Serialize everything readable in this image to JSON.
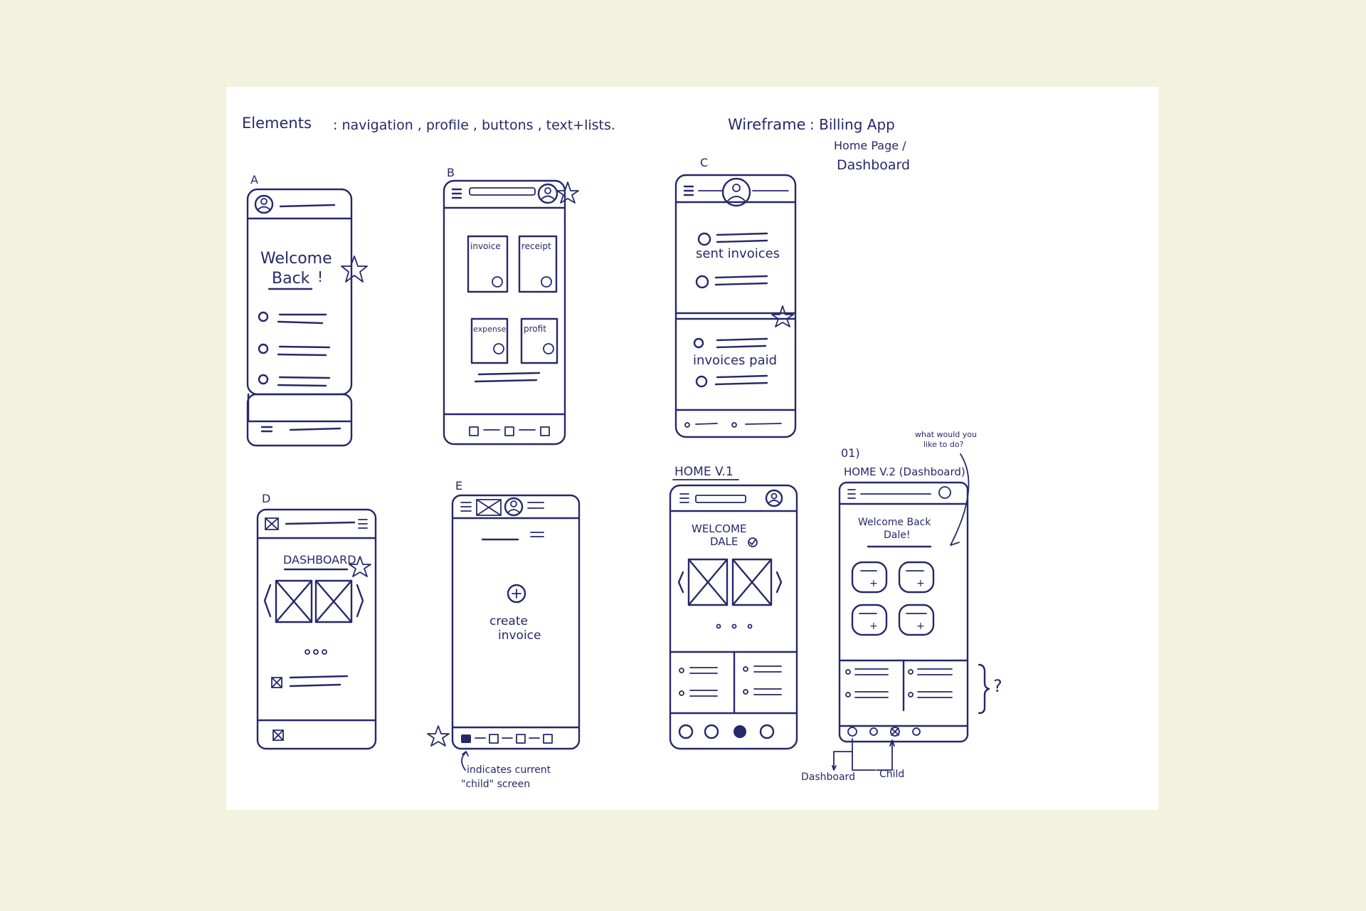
{
  "header": {
    "elements_label": "Elements",
    "elements_list": ": navigation , profile , buttons , text+lists.",
    "wireframe_label": "Wireframe",
    "wireframe_title": ": Billing App",
    "wireframe_sub1": "Home Page /",
    "wireframe_sub2": "Dashboard"
  },
  "sketches": {
    "a": {
      "label": "A",
      "welcome_line1": "Welcome",
      "welcome_line2": "Back",
      "exclaim": "!"
    },
    "b": {
      "label": "B",
      "tile1": "invoice",
      "tile2": "receipt",
      "tile3": "expense",
      "tile4": "profit"
    },
    "c": {
      "label": "C",
      "section1": "sent invoices",
      "section2": "invoices paid"
    },
    "d": {
      "label": "D",
      "title": "DASHBOARD"
    },
    "e": {
      "label": "E",
      "action_line1": "create",
      "action_line2": "invoice",
      "note_line1": "indicates current",
      "note_line2": "\"child\" screen"
    },
    "home_v1": {
      "label": "HOME V.1",
      "welcome_line1": "WELCOME",
      "welcome_line2": "DALE"
    },
    "home_v2": {
      "marker": "01)",
      "label": "HOME V.2 (Dashboard)",
      "welcome_line1": "Welcome Back",
      "welcome_line2": "Dale!",
      "note_line1": "what would you",
      "note_line2": "like to do?",
      "question": "?",
      "dashboard_note": "Dashboard",
      "child_note": "Child"
    }
  },
  "colors": {
    "ink": "#26286a",
    "paper": "#ffffff",
    "background": "#f3f2de"
  }
}
